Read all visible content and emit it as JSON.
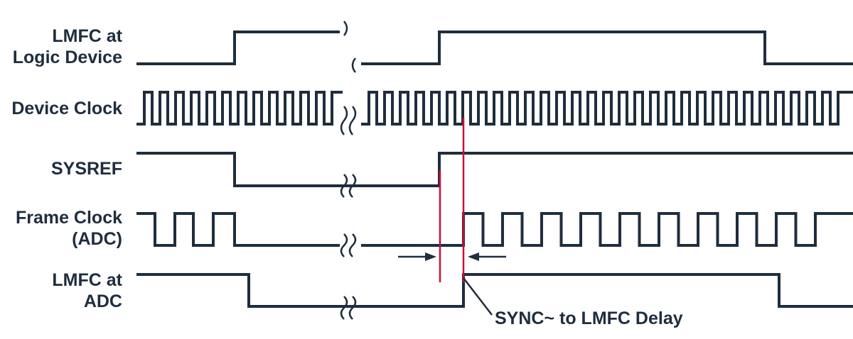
{
  "signals": [
    {
      "id": "lmfc-logic",
      "label_lines": [
        "LMFC at",
        "Logic Device"
      ]
    },
    {
      "id": "device-clock",
      "label_lines": [
        "Device Clock"
      ]
    },
    {
      "id": "sysref",
      "label_lines": [
        "SYSREF"
      ]
    },
    {
      "id": "frame-clock",
      "label_lines": [
        "Frame Clock",
        "(ADC)"
      ]
    },
    {
      "id": "lmfc-adc",
      "label_lines": [
        "LMFC at",
        "ADC"
      ]
    }
  ],
  "annotation": {
    "text": "SYNC~ to LMFC Delay"
  },
  "colors": {
    "trace": "#1f2d3d",
    "marker": "#c8103a",
    "background": "#ffffff"
  }
}
